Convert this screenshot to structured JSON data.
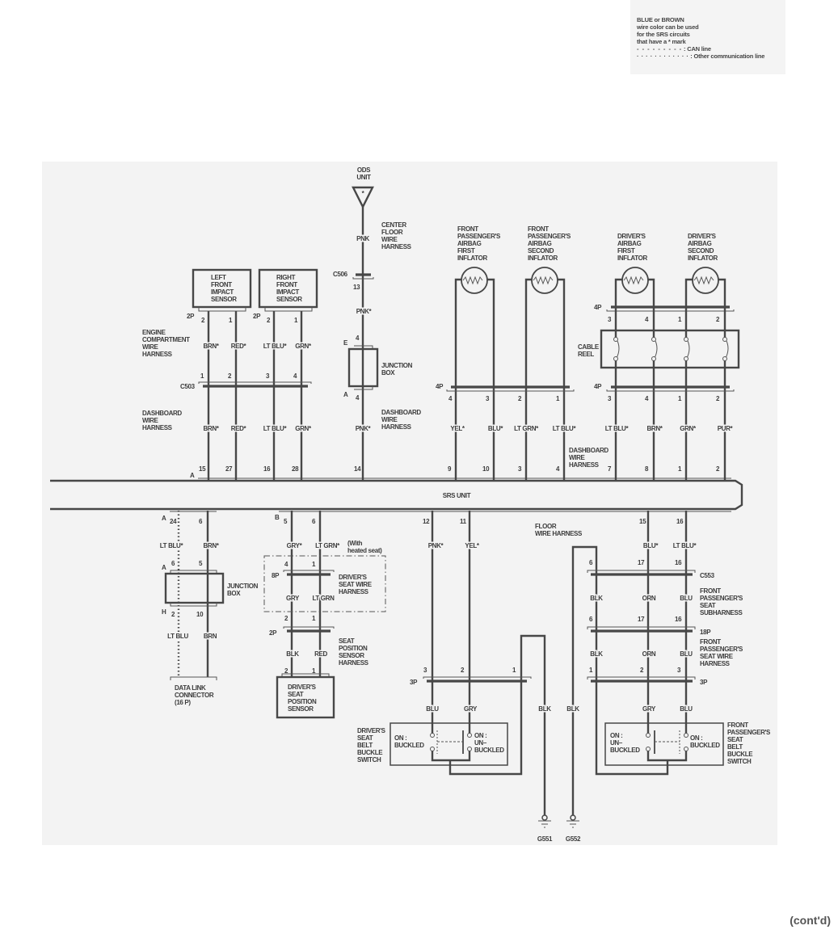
{
  "legend": {
    "lines": [
      "BLUE or BROWN",
      "wire color can be used",
      "for the SRS circuits",
      "that have a * mark"
    ],
    "can_line": ": CAN line",
    "other_line": ": Other communication line"
  },
  "srs_unit": "SRS UNIT",
  "ods": {
    "name": [
      "ODS",
      "UNIT"
    ],
    "mark": "*",
    "wire": "PNK",
    "harness": [
      "CENTER",
      "FLOOR",
      "WIRE",
      "HARNESS"
    ],
    "connector": "C506",
    "pin": "13",
    "wire2": "PNK*"
  },
  "junction_box_top": {
    "name": [
      "JUNCTION",
      "BOX"
    ],
    "side_e": "E",
    "pin_e": "4",
    "side_a": "A",
    "pin_a": "4",
    "wire": "PNK*",
    "harness": [
      "DASHBOARD",
      "WIRE",
      "HARNESS"
    ],
    "srs_pin": "14"
  },
  "impact_sensors": {
    "left": [
      "LEFT",
      "FRONT",
      "IMPACT",
      "SENSOR"
    ],
    "right": [
      "RIGHT",
      "FRONT",
      "IMPACT",
      "SENSOR"
    ],
    "conn": "2P",
    "sensor_pins": [
      "2",
      "1",
      "2",
      "1"
    ],
    "engine_harness": [
      "ENGINE",
      "COMPARTMENT",
      "WIRE",
      "HARNESS"
    ],
    "wires": [
      "BRN*",
      "RED*",
      "LT BLU*",
      "GRN*"
    ],
    "c503": "C503",
    "c503_pins": [
      "1",
      "2",
      "3",
      "4"
    ],
    "dash_harness": [
      "DASHBOARD",
      "WIRE",
      "HARNESS"
    ],
    "srs_side": "A",
    "srs_pins": [
      "15",
      "27",
      "16",
      "28"
    ]
  },
  "passenger_inflators": {
    "first": [
      "FRONT",
      "PASSENGER'S",
      "AIRBAG",
      "FIRST",
      "INFLATOR"
    ],
    "second": [
      "FRONT",
      "PASSENGER'S",
      "AIRBAG",
      "SECOND",
      "INFLATOR"
    ],
    "conn": "4P",
    "pins": [
      "4",
      "3",
      "2",
      "1"
    ],
    "wires": [
      "YEL*",
      "BLU*",
      "LT GRN*",
      "LT BLU*"
    ],
    "srs_pins": [
      "9",
      "10",
      "3",
      "4"
    ],
    "harness": [
      "DASHBOARD",
      "WIRE",
      "HARNESS"
    ]
  },
  "driver_inflators": {
    "first": [
      "DRIVER'S",
      "AIRBAG",
      "FIRST",
      "INFLATOR"
    ],
    "second": [
      "DRIVER'S",
      "AIRBAG",
      "SECOND",
      "INFLATOR"
    ],
    "conn": "4P",
    "pins": [
      "3",
      "4",
      "1",
      "2"
    ],
    "cable_reel": [
      "CABLE",
      "REEL"
    ],
    "wires": [
      "LT BLU*",
      "BRN*",
      "GRN*",
      "PUR*"
    ],
    "srs_pins": [
      "7",
      "8",
      "1",
      "2"
    ]
  },
  "dlc": {
    "srs_side": "A",
    "srs_pins": [
      "24",
      "6"
    ],
    "wires_top": [
      "LT BLU*",
      "BRN*"
    ],
    "jb_side_a": "A",
    "jb_pins_a": [
      "6",
      "5"
    ],
    "jb_name": [
      "JUNCTION",
      "BOX"
    ],
    "jb_side_h": "H",
    "jb_pins_h": [
      "2",
      "10"
    ],
    "wires_bottom": [
      "LT BLU",
      "BRN"
    ],
    "name": [
      "DATA LINK",
      "CONNECTOR",
      "(16 P)"
    ]
  },
  "seat_position": {
    "srs_side": "B",
    "srs_pins": [
      "5",
      "6"
    ],
    "wires_top": [
      "GRY*",
      "LT GRN*"
    ],
    "heated_note": [
      "(With",
      "heated seat)"
    ],
    "conn8p": "8P",
    "pins_8p": [
      "4",
      "1"
    ],
    "seat_harness": [
      "DRIVER'S",
      "SEAT WIRE",
      "HARNESS"
    ],
    "wires_mid": [
      "GRY",
      "LT GRN"
    ],
    "conn2p": "2P",
    "pins_2p": [
      "2",
      "1"
    ],
    "sensor_harness": [
      "SEAT",
      "POSITION",
      "SENSOR",
      "HARNESS"
    ],
    "wires_bottom": [
      "BLK",
      "RED"
    ],
    "sensor_pins": [
      "2",
      "1"
    ],
    "sensor": [
      "DRIVER'S",
      "SEAT",
      "POSITION",
      "SENSOR"
    ]
  },
  "driver_buckle": {
    "srs_pins": [
      "12",
      "11"
    ],
    "wires_top": [
      "PNK*",
      "YEL*"
    ],
    "conn": "3P",
    "pins": [
      "3",
      "2",
      "1"
    ],
    "wires_bottom": [
      "BLU",
      "GRY"
    ],
    "on_buckled": [
      "ON :",
      "BUCKLED"
    ],
    "on_unbuckled": [
      "ON :",
      "UN–",
      "BUCKLED"
    ],
    "name": [
      "DRIVER'S",
      "SEAT",
      "BELT",
      "BUCKLE",
      "SWITCH"
    ],
    "ground_wire": "BLK",
    "ground": "G551"
  },
  "floor_harness": [
    "FLOOR",
    "WIRE HARNESS"
  ],
  "passenger_buckle": {
    "srs_pins": [
      "15",
      "16"
    ],
    "wires_top": [
      "BLU*",
      "LT BLU*"
    ],
    "c553_pins": [
      "6",
      "17",
      "16"
    ],
    "c553": "C553",
    "sub_wires": [
      "BLK",
      "ORN",
      "BLU"
    ],
    "subharness": [
      "FRONT",
      "PASSENGER'S",
      "SEAT",
      "SUBHARNESS"
    ],
    "pins_18p": [
      "6",
      "17",
      "16"
    ],
    "conn18p": "18P",
    "seat_wires": [
      "BLK",
      "ORN",
      "BLU"
    ],
    "seat_harness": [
      "FRONT",
      "PASSENGER'S",
      "SEAT WIRE",
      "HARNESS"
    ],
    "pins_3p": [
      "1",
      "2",
      "3"
    ],
    "conn3p": "3P",
    "wires_bottom": [
      "GRY",
      "BLU"
    ],
    "on_unbuckled": [
      "ON :",
      "UN–",
      "BUCKLED"
    ],
    "on_buckled": [
      "ON :",
      "BUCKLED"
    ],
    "name": [
      "FRONT",
      "PASSENGER'S",
      "SEAT",
      "BELT",
      "BUCKLE",
      "SWITCH"
    ],
    "ground_wire": "BLK",
    "ground": "G552"
  },
  "footer": "(cont'd)"
}
